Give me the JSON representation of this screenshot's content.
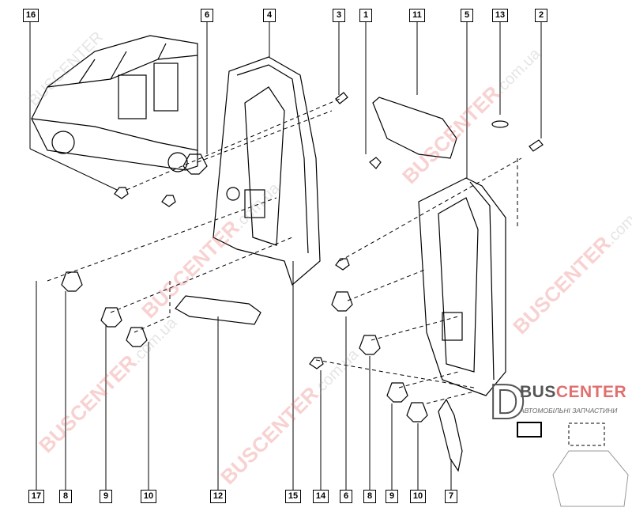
{
  "diagram": {
    "top_callouts": [
      "16",
      "6",
      "4",
      "3",
      "1",
      "11",
      "5",
      "13",
      "2"
    ],
    "bottom_callouts": [
      "17",
      "8",
      "9",
      "10",
      "12",
      "15",
      "14",
      "6",
      "8",
      "9",
      "10",
      "7"
    ]
  },
  "watermark": {
    "brand": "BUSCENTER",
    "domain": ".com.ua"
  },
  "logo": {
    "brand_part1": "BUS",
    "brand_part2": "CENTER",
    "tagline": "АВТОМОБІЛЬНІ ЗАПЧАСТИНИ"
  },
  "colors": {
    "line": "#000000",
    "watermark": "#e05a5a",
    "logo_accent": "#e07070"
  }
}
